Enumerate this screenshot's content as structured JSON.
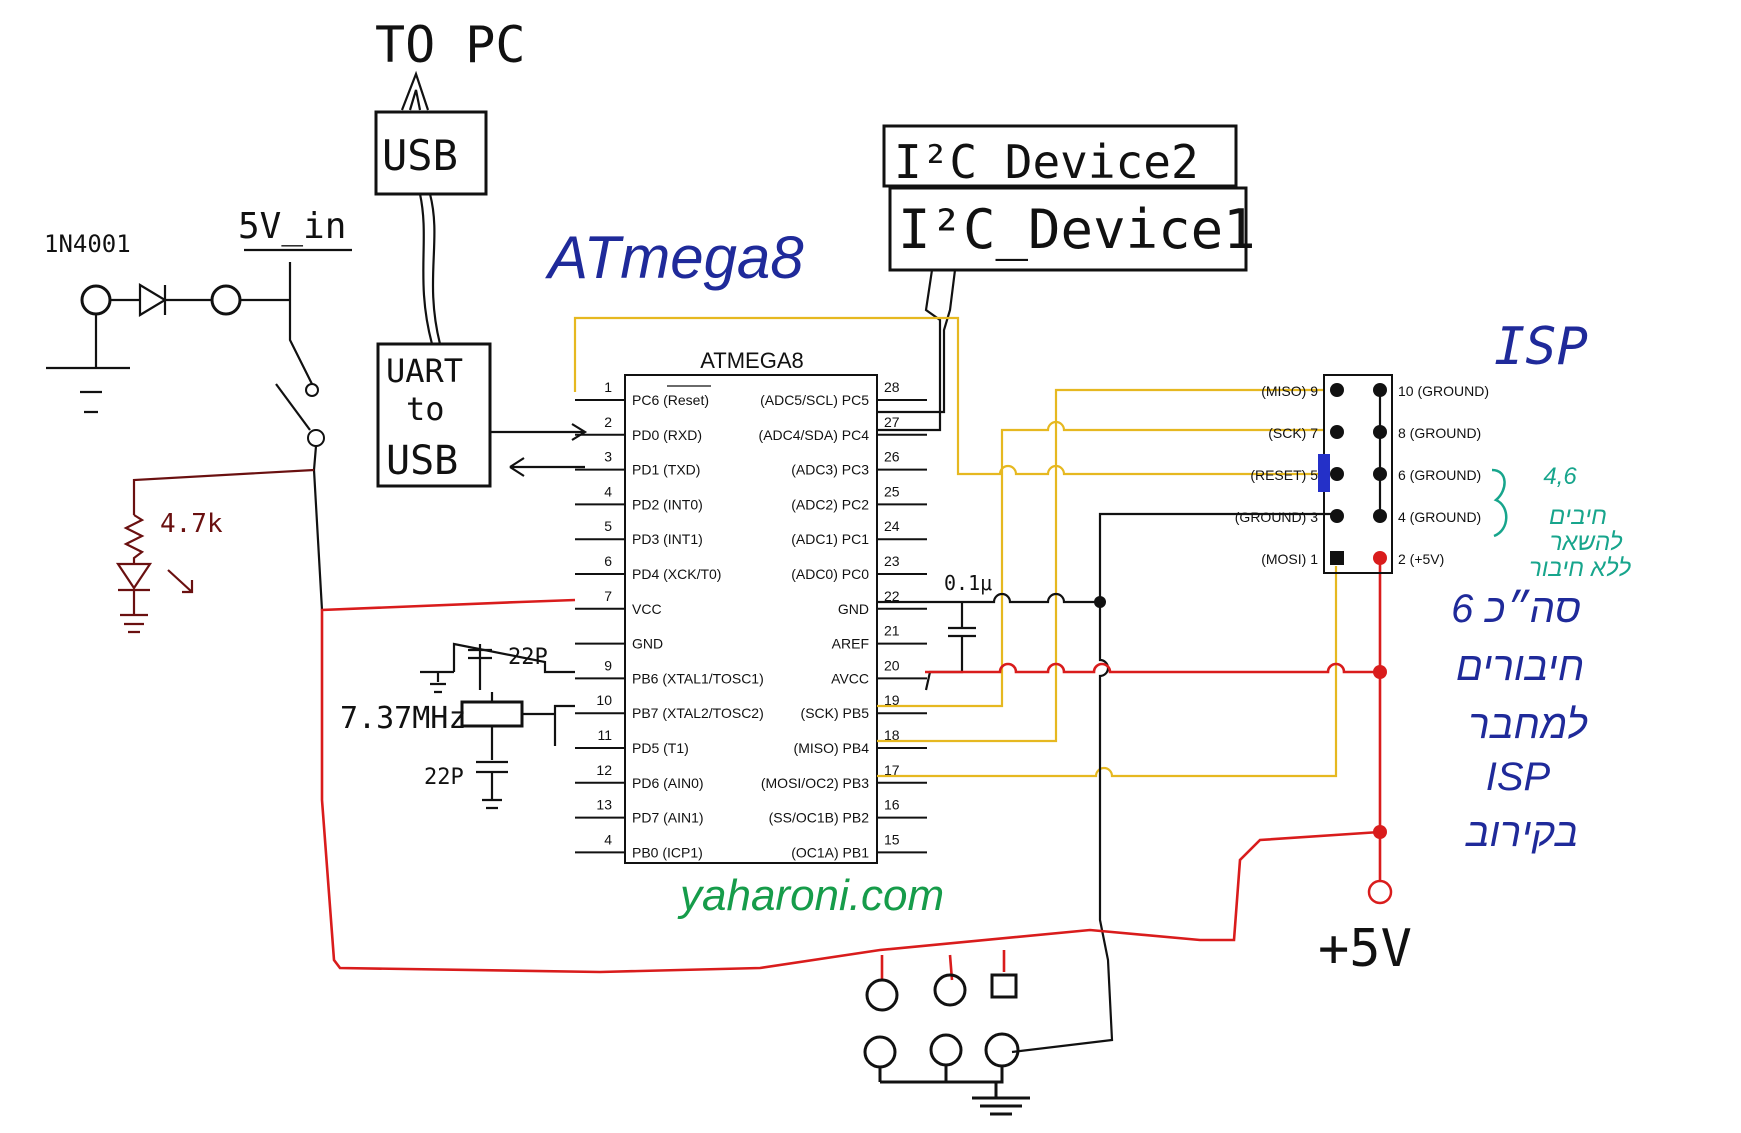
{
  "title_blue": "ATmega8",
  "chip": {
    "name": "ATMEGA8",
    "left_pins": [
      {
        "num": "1",
        "label": "PC6 (Reset)"
      },
      {
        "num": "2",
        "label": "PD0 (RXD)"
      },
      {
        "num": "3",
        "label": "PD1 (TXD)"
      },
      {
        "num": "4",
        "label": "PD2 (INT0)"
      },
      {
        "num": "5",
        "label": "PD3 (INT1)"
      },
      {
        "num": "6",
        "label": "PD4 (XCK/T0)"
      },
      {
        "num": "7",
        "label": "VCC"
      },
      {
        "num": "",
        "label": "GND"
      },
      {
        "num": "9",
        "label": "PB6 (XTAL1/TOSC1)"
      },
      {
        "num": "10",
        "label": "PB7 (XTAL2/TOSC2)"
      },
      {
        "num": "11",
        "label": "PD5 (T1)"
      },
      {
        "num": "12",
        "label": "PD6 (AIN0)"
      },
      {
        "num": "13",
        "label": "PD7 (AIN1)"
      },
      {
        "num": "4",
        "label": "PB0 (ICP1)"
      }
    ],
    "right_pins": [
      {
        "num": "28",
        "label": "(ADC5/SCL) PC5"
      },
      {
        "num": "27",
        "label": "(ADC4/SDA) PC4"
      },
      {
        "num": "26",
        "label": "(ADC3) PC3"
      },
      {
        "num": "25",
        "label": "(ADC2) PC2"
      },
      {
        "num": "24",
        "label": "(ADC1) PC1"
      },
      {
        "num": "23",
        "label": "(ADC0) PC0"
      },
      {
        "num": "22",
        "label": "GND"
      },
      {
        "num": "21",
        "label": "AREF"
      },
      {
        "num": "20",
        "label": "AVCC"
      },
      {
        "num": "19",
        "label": "(SCK) PB5"
      },
      {
        "num": "18",
        "label": "(MISO) PB4"
      },
      {
        "num": "17",
        "label": "(MOSI/OC2) PB3"
      },
      {
        "num": "16",
        "label": "(SS/OC1B) PB2"
      },
      {
        "num": "15",
        "label": "(OC1A) PB1"
      }
    ]
  },
  "isp": {
    "title": "ISP",
    "left": [
      "(MISO) 9",
      "(SCK) 7",
      "(RESET) 5",
      "(GROUND) 3",
      "(MOSI) 1"
    ],
    "right": [
      "10 (GROUND)",
      "8 (GROUND)",
      "6 (GROUND)",
      "4 (GROUND)",
      "2 (+5V)"
    ]
  },
  "labels": {
    "to_pc": "TO PC",
    "usb": "USB",
    "uart_line1": "UART",
    "uart_line2": "to",
    "uart_line3": "USB",
    "i2c_dev2": "I²C_Device2",
    "i2c_dev1": "I²C_Device1",
    "diode": "1N4001",
    "five_v_in": "5V_in",
    "resistor": "4.7k",
    "cap_top": "22P",
    "cap_bottom": "22P",
    "crystal": "7.37MHz",
    "cap_01": "0.1μ",
    "plus5v": "+5V",
    "website": "yaharoni.com"
  },
  "hebrew_green": [
    "4,6",
    "חיבים",
    "להשאר",
    "ללא חיבור"
  ],
  "hebrew_blue": [
    "סה״כ 6",
    "חיבורים",
    "למחבר",
    "ISP",
    "בקירוב"
  ],
  "colors": {
    "yellow_wire": "#e6b820",
    "red_wire": "#d91c1c",
    "black_wire": "#111111",
    "brown_wire": "#6a1010",
    "blue_ink": "#1f2a9a",
    "green_ink": "#169c4a",
    "teal_ink": "#17a58c"
  }
}
